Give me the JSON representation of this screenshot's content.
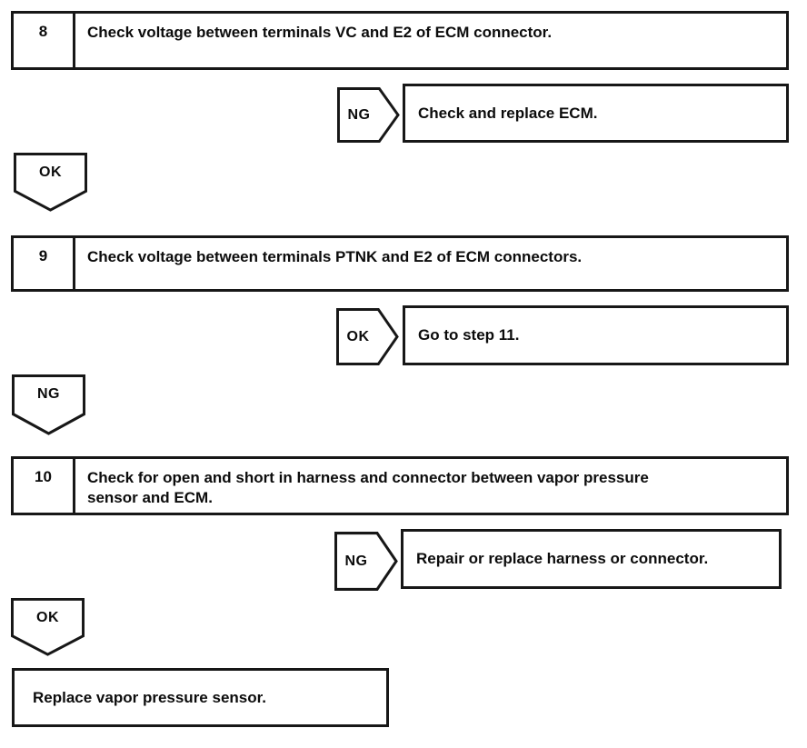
{
  "colors": {
    "line": "#171717",
    "text": "#0c0c0c",
    "background": "#ffffff"
  },
  "steps": [
    {
      "number": "8",
      "text": "Check voltage between terminals VC and E2 of ECM connector."
    },
    {
      "number": "9",
      "text": "Check voltage between terminals PTNK and E2 of ECM connectors."
    },
    {
      "number": "10",
      "text": "Check for open and short in harness and connector between vapor pressure\nsensor and ECM."
    }
  ],
  "branches": [
    {
      "label": "NG",
      "action": "Check and replace ECM."
    },
    {
      "label": "OK",
      "action": "Go to step 11."
    },
    {
      "label": "NG",
      "action": "Repair or replace harness or connector."
    }
  ],
  "continues": [
    {
      "label": "OK"
    },
    {
      "label": "NG"
    },
    {
      "label": "OK"
    }
  ],
  "final": {
    "text": "Replace vapor pressure sensor."
  }
}
